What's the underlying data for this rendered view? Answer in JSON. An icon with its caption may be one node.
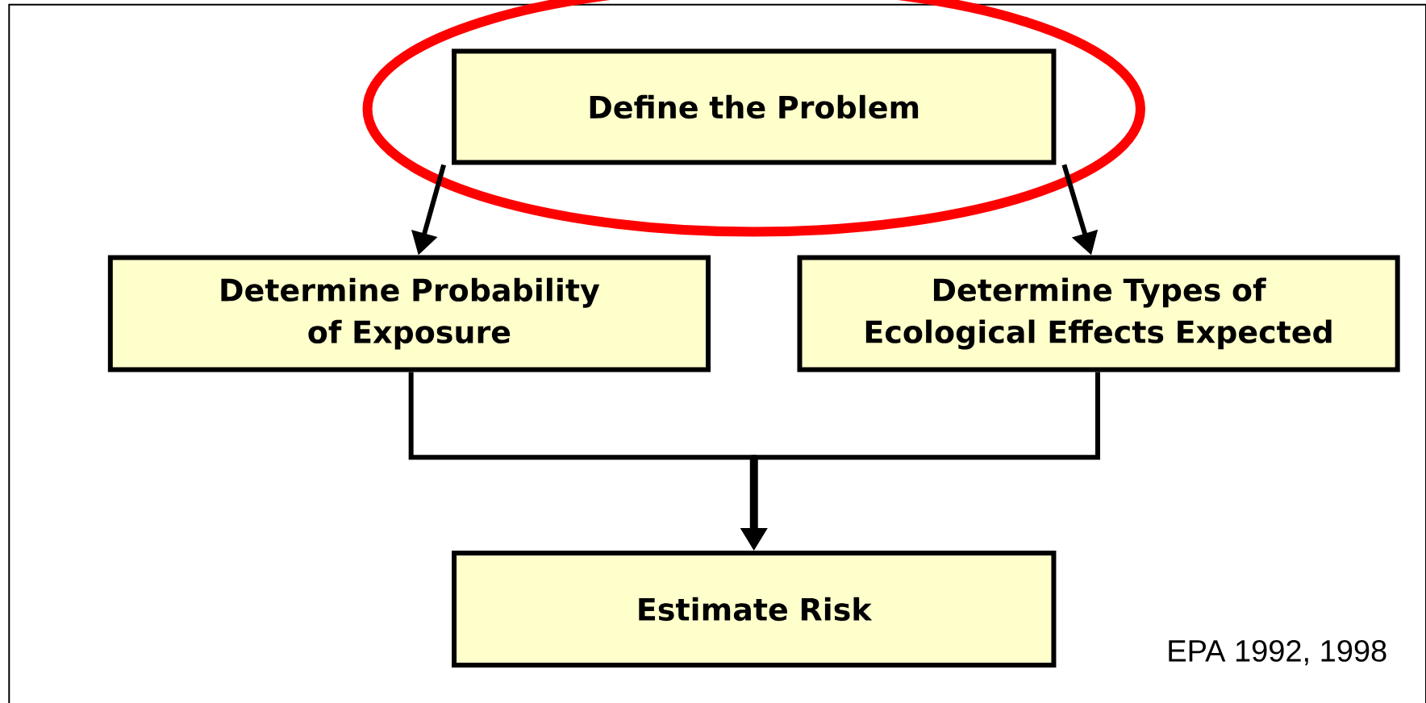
{
  "diagram": {
    "nodes": [
      {
        "text": [
          "Define the Problem"
        ]
      },
      {
        "text": [
          "Determine Probability of Exposure"
        ]
      },
      {
        "text": [
          "Determine Types of Ecological Effects Expected"
        ]
      },
      {
        "text": [
          "Estimate Risk"
        ]
      }
    ],
    "edges": [
      {
        "from": 0,
        "to": 1,
        "arrow": "to"
      },
      {
        "from": 0,
        "to": 2,
        "arrow": "to"
      },
      {
        "from": 1,
        "to": 3,
        "arrow": "to"
      },
      {
        "from": 2,
        "to": 3,
        "arrow": "to"
      }
    ],
    "labels": [
      "EPA 1992, 1998"
    ]
  }
}
